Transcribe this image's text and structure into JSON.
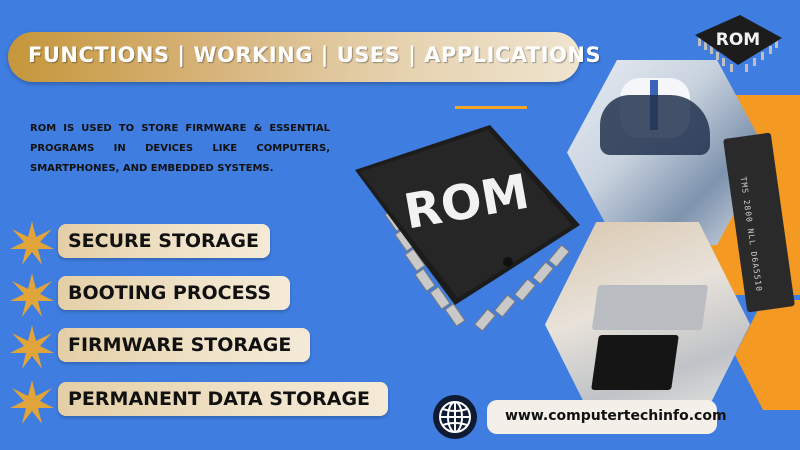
{
  "banner": {
    "title": "FUNCTIONS | WORKING | USES |  APPLICATIONS"
  },
  "description": "ROM is used to store firmware & essential programs in devices like computers, smartphones, and embedded systems.",
  "chips": {
    "main_label": "ROM",
    "corner_label": "ROM",
    "dip_label": "TMS 2800 NLL D6A5510"
  },
  "features": [
    {
      "label": "SECURE STORAGE"
    },
    {
      "label": "BOOTING PROCESS"
    },
    {
      "label": "FIRMWARE STORAGE"
    },
    {
      "label": "PERMANENT DATA STORAGE"
    }
  ],
  "footer": {
    "url": "www.computertechinfo.com",
    "icon": "globe-icon"
  },
  "colors": {
    "background": "#3f7de0",
    "accent": "#f49a22",
    "gold": "#c5963a",
    "pill": "#efe2c8"
  }
}
